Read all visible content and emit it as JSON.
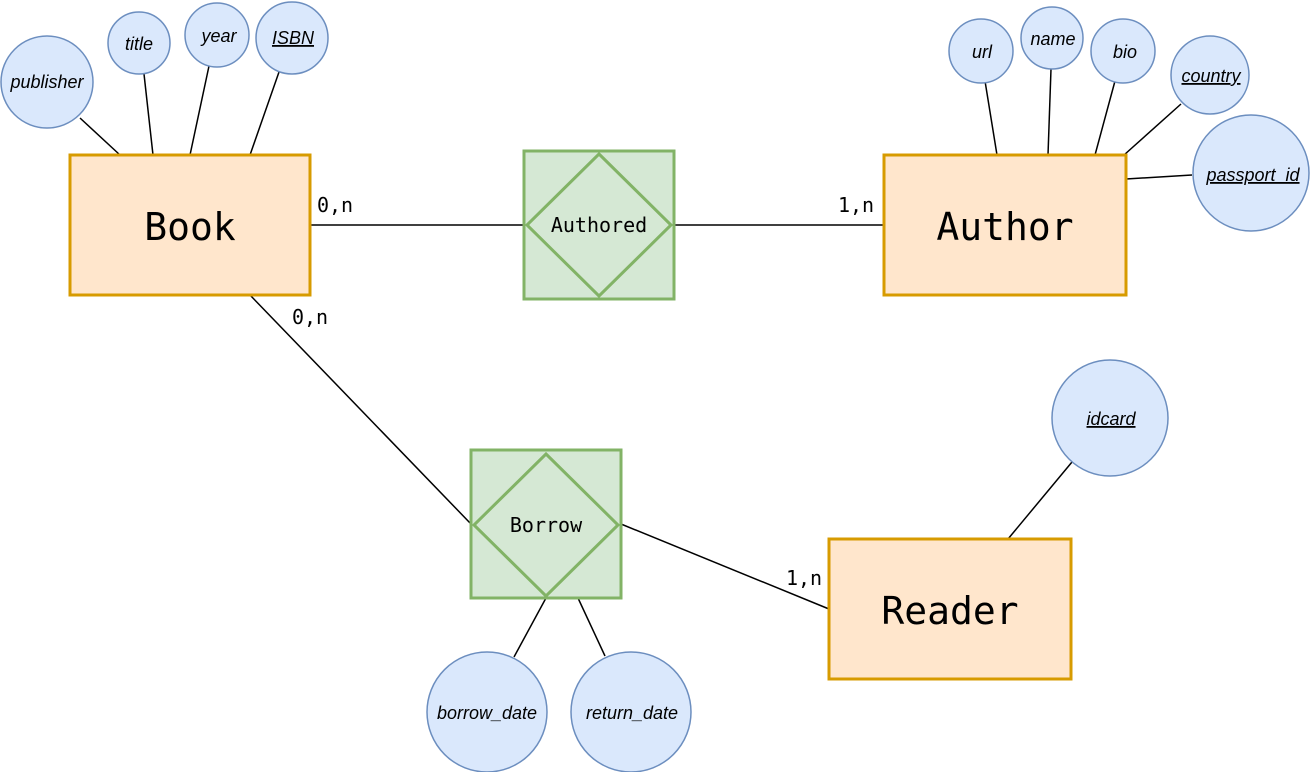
{
  "entities": {
    "book": "Book",
    "author": "Author",
    "reader": "Reader"
  },
  "relationships": {
    "authored": "Authored",
    "borrow": "Borrow"
  },
  "attributes": {
    "publisher": "publisher",
    "title": "title",
    "year": "year",
    "isbn": "ISBN",
    "url": "url",
    "name": "name",
    "bio": "bio",
    "country": "country",
    "passport_id": "passport_id",
    "idcard": "idcard",
    "borrow_date": "borrow_date",
    "return_date": "return_date"
  },
  "cardinalities": {
    "book_authored": "0,n",
    "author_authored": "1,n",
    "book_borrow": "0,n",
    "reader_borrow": "1,n"
  },
  "colors": {
    "entity_fill": "#ffe6cc",
    "entity_stroke": "#d79b00",
    "relationship_fill": "#d5e8d4",
    "relationship_stroke": "#82b366",
    "attribute_fill": "#dae8fc",
    "attribute_stroke": "#6c8ebf"
  }
}
